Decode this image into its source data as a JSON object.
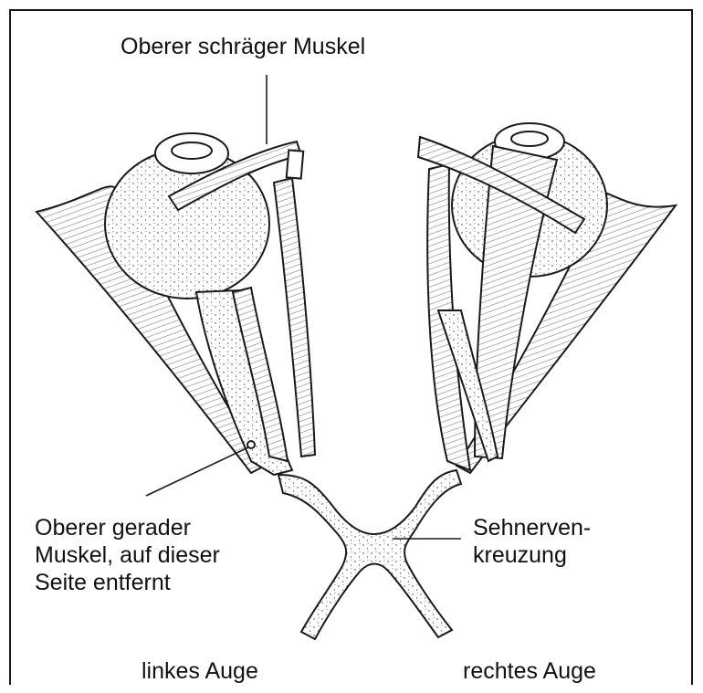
{
  "labels": {
    "superior_oblique": "Oberer schräger Muskel",
    "superior_rectus_line1": "Oberer gerader",
    "superior_rectus_line2": "Muskel, auf dieser",
    "superior_rectus_line3": "Seite entfernt",
    "chiasm_line1": "Sehnerven-",
    "chiasm_line2": "kreuzung",
    "left_eye": "linkes Auge",
    "right_eye": "rechtes Auge"
  },
  "colors": {
    "ink": "#1a1a1a",
    "paper": "#ffffff"
  }
}
